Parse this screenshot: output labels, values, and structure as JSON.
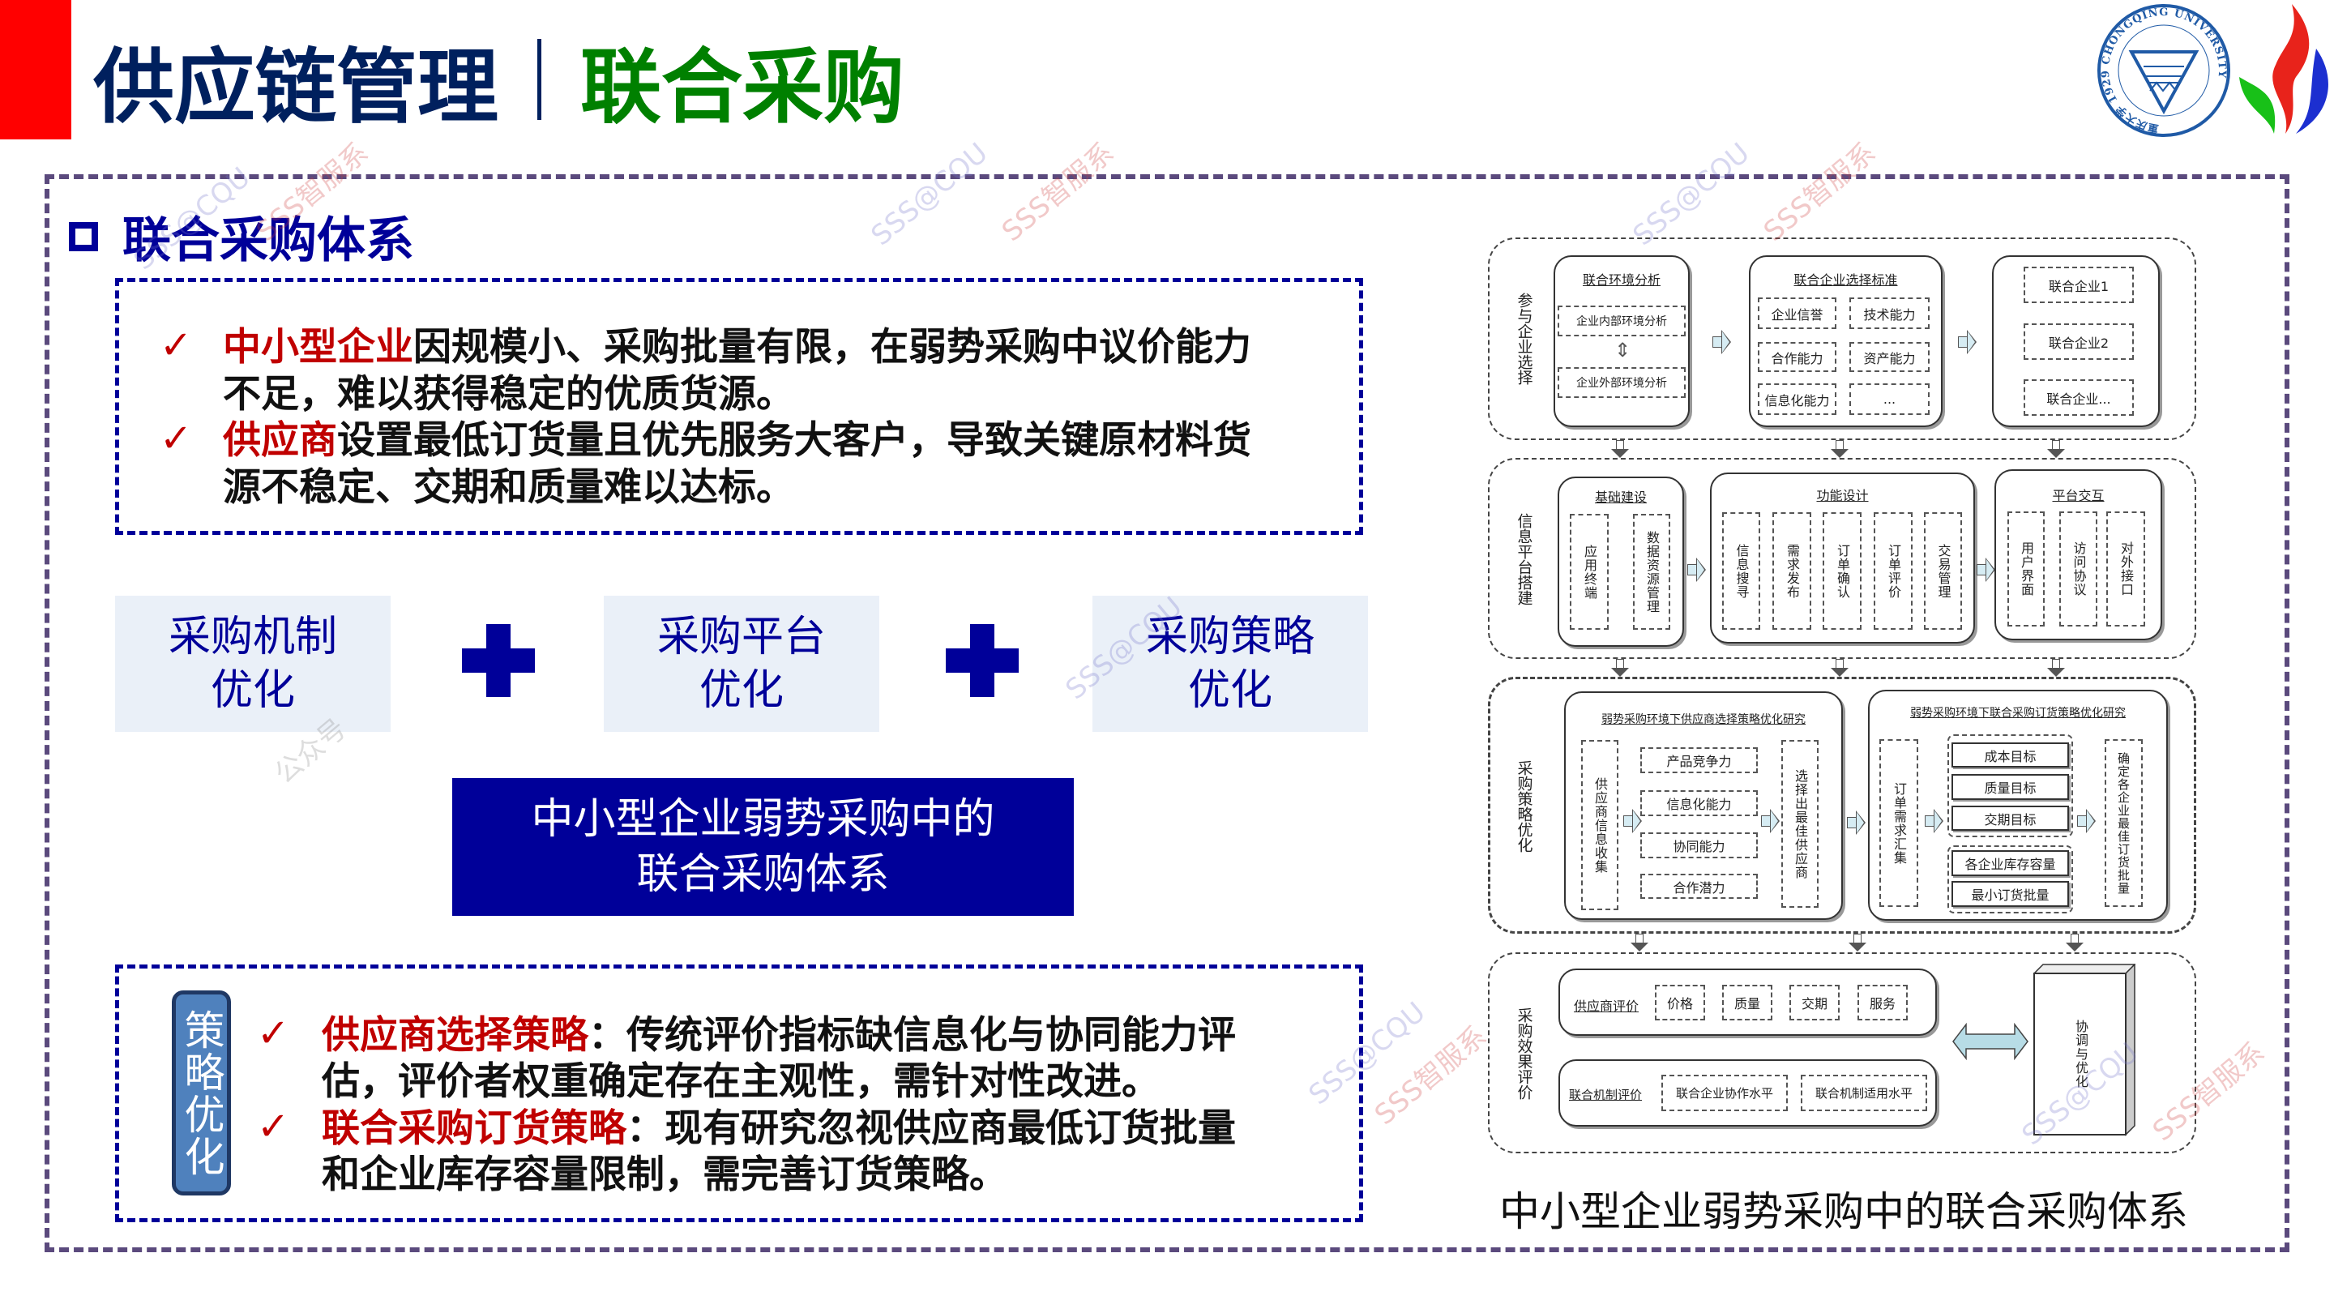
{
  "header": {
    "title_main": "供应链管理",
    "title_sub": "联合采购",
    "university_seal_text": "重庆大学 1929 CHONGQING UNIVERSITY"
  },
  "section": {
    "heading": "联合采购体系"
  },
  "problems": [
    {
      "highlight": "中小型企业",
      "line1_rest": "因规模小、采购批量有限，在弱势采购中议价能力",
      "line2": "不足，难以获得稳定的优质货源。"
    },
    {
      "highlight": "供应商",
      "line1_rest": "设置最低订货量且优先服务大客户，导致关键原材料货",
      "line2": "源不稳定、交期和质量难以达标。"
    }
  ],
  "pillars": [
    {
      "line1": "采购机制",
      "line2": "优化"
    },
    {
      "line1": "采购平台",
      "line2": "优化"
    },
    {
      "line1": "采购策略",
      "line2": "优化"
    }
  ],
  "core": {
    "line1": "中小型企业弱势采购中的",
    "line2": "联合采购体系"
  },
  "strategy": {
    "label": "策略优化",
    "items": [
      {
        "highlight": "供应商选择策略",
        "line1_rest": "：传统评价指标缺信息化与协同能力评",
        "line2": "估，评价者权重确定存在主观性，需针对性改进。"
      },
      {
        "highlight": "联合采购订货策略",
        "line1_rest": "：现有研究忽视供应商最低订货批量",
        "line2": "和企业库存容量限制，需完善订货策略。"
      }
    ]
  },
  "diagram": {
    "caption": "中小型企业弱势采购中的联合采购体系",
    "p1": {
      "label": "参与企业选择",
      "env_title": "联合环境分析",
      "env": [
        "企业内部环境分析",
        "企业外部环境分析"
      ],
      "crit_title": "联合企业选择标准",
      "crit": [
        "企业信誉",
        "技术能力",
        "合作能力",
        "资产能力",
        "信息化能力",
        "..."
      ],
      "firms": [
        "联合企业1",
        "联合企业2",
        "联合企业..."
      ]
    },
    "p2": {
      "label": "信息平台搭建",
      "infra_title": "基础建设",
      "infra": [
        "应用终端",
        "数据资源管理"
      ],
      "func_title": "功能设计",
      "func": [
        "信息搜寻",
        "需求发布",
        "订单确认",
        "订单评价",
        "交易管理"
      ],
      "inter_title": "平台交互",
      "inter": [
        "用户界面",
        "访问协议",
        "对外接口"
      ]
    },
    "p3": {
      "label": "采购策略优化",
      "left_title": "弱势采购环境下供应商选择策略优化研究",
      "left_in": "供应商信息收集",
      "left_crit": [
        "产品竞争力",
        "信息化能力",
        "协同能力",
        "合作潜力"
      ],
      "left_out": "选择出最佳供应商",
      "right_title": "弱势采购环境下联合采购订货策略优化研究",
      "right_in": "订单需求汇集",
      "goals": [
        "成本目标",
        "质量目标",
        "交期目标"
      ],
      "limits": [
        "各企业库存容量",
        "最小订货批量"
      ],
      "right_out": "确定各企业最佳订货批量"
    },
    "p4": {
      "label": "采购效果评价",
      "sup_title": "供应商评价",
      "sup": [
        "价格",
        "质量",
        "交期",
        "服务"
      ],
      "mech_title": "联合机制评价",
      "mech": [
        "联合企业协作水平",
        "联合机制适用水平"
      ],
      "coord": "协调与优化"
    }
  },
  "watermarks": [
    "SSS@CQU",
    "SSS智服系",
    "公众号"
  ],
  "colors": {
    "accent_red": "#ff0000",
    "title_navy": "#00205e",
    "title_green": "#008000",
    "body_blue": "#000099",
    "highlight_red": "#c00000",
    "pill_blue": "#4f81bd"
  }
}
